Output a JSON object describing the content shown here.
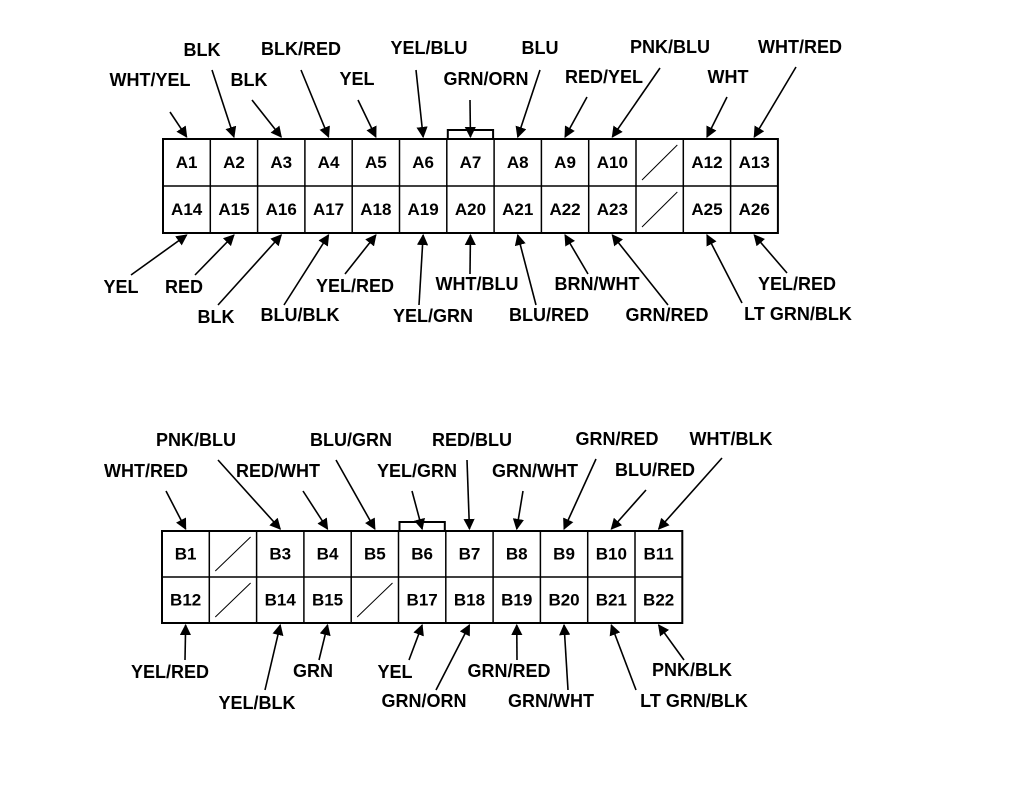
{
  "connectors": [
    {
      "id": "A",
      "top_pins": [
        "A1",
        "A2",
        "A3",
        "A4",
        "A5",
        "A6",
        "A7",
        "A8",
        "A9",
        "A10",
        "",
        "A12",
        "A13"
      ],
      "bottom_pins": [
        "A14",
        "A15",
        "A16",
        "A17",
        "A18",
        "A19",
        "A20",
        "A21",
        "A22",
        "A23",
        "",
        "A25",
        "A26"
      ],
      "wires": [
        {
          "pin": "A1",
          "color": "WHT/YEL"
        },
        {
          "pin": "A2",
          "color": "BLK"
        },
        {
          "pin": "A3",
          "color": "BLK"
        },
        {
          "pin": "A4",
          "color": "BLK/RED"
        },
        {
          "pin": "A5",
          "color": "YEL"
        },
        {
          "pin": "A6",
          "color": "YEL/BLU"
        },
        {
          "pin": "A7",
          "color": "GRN/ORN"
        },
        {
          "pin": "A8",
          "color": "BLU"
        },
        {
          "pin": "A9",
          "color": "RED/YEL"
        },
        {
          "pin": "A10",
          "color": "PNK/BLU"
        },
        {
          "pin": "A12",
          "color": "WHT"
        },
        {
          "pin": "A13",
          "color": "WHT/RED"
        },
        {
          "pin": "A14",
          "color": "YEL"
        },
        {
          "pin": "A15",
          "color": "RED"
        },
        {
          "pin": "A16",
          "color": "BLK"
        },
        {
          "pin": "A17",
          "color": "BLU/BLK"
        },
        {
          "pin": "A18",
          "color": "YEL/RED"
        },
        {
          "pin": "A19",
          "color": "YEL/GRN"
        },
        {
          "pin": "A20",
          "color": "WHT/BLU"
        },
        {
          "pin": "A21",
          "color": "BLU/RED"
        },
        {
          "pin": "A22",
          "color": "BRN/WHT"
        },
        {
          "pin": "A23",
          "color": "GRN/RED"
        },
        {
          "pin": "A25",
          "color": "LT GRN/BLK"
        },
        {
          "pin": "A26",
          "color": "YEL/RED"
        }
      ]
    },
    {
      "id": "B",
      "top_pins": [
        "B1",
        "",
        "B3",
        "B4",
        "B5",
        "B6",
        "B7",
        "B8",
        "B9",
        "B10",
        "B11"
      ],
      "bottom_pins": [
        "B12",
        "",
        "B14",
        "B15",
        "",
        "B17",
        "B18",
        "B19",
        "B20",
        "B21",
        "B22"
      ],
      "wires": [
        {
          "pin": "B1",
          "color": "WHT/RED"
        },
        {
          "pin": "B3",
          "color": "PNK/BLU"
        },
        {
          "pin": "B4",
          "color": "RED/WHT"
        },
        {
          "pin": "B5",
          "color": "BLU/GRN"
        },
        {
          "pin": "B6",
          "color": "YEL/GRN"
        },
        {
          "pin": "B7",
          "color": "RED/BLU"
        },
        {
          "pin": "B8",
          "color": "GRN/WHT"
        },
        {
          "pin": "B9",
          "color": "GRN/RED"
        },
        {
          "pin": "B10",
          "color": "BLU/RED"
        },
        {
          "pin": "B11",
          "color": "WHT/BLK"
        },
        {
          "pin": "B12",
          "color": "YEL/RED"
        },
        {
          "pin": "B14",
          "color": "YEL/BLK"
        },
        {
          "pin": "B15",
          "color": "GRN"
        },
        {
          "pin": "B17",
          "color": "YEL"
        },
        {
          "pin": "B18",
          "color": "GRN/ORN"
        },
        {
          "pin": "B19",
          "color": "GRN/RED"
        },
        {
          "pin": "B20",
          "color": "GRN/WHT"
        },
        {
          "pin": "B21",
          "color": "LT GRN/BLK"
        },
        {
          "pin": "B22",
          "color": "PNK/BLK"
        }
      ]
    }
  ]
}
